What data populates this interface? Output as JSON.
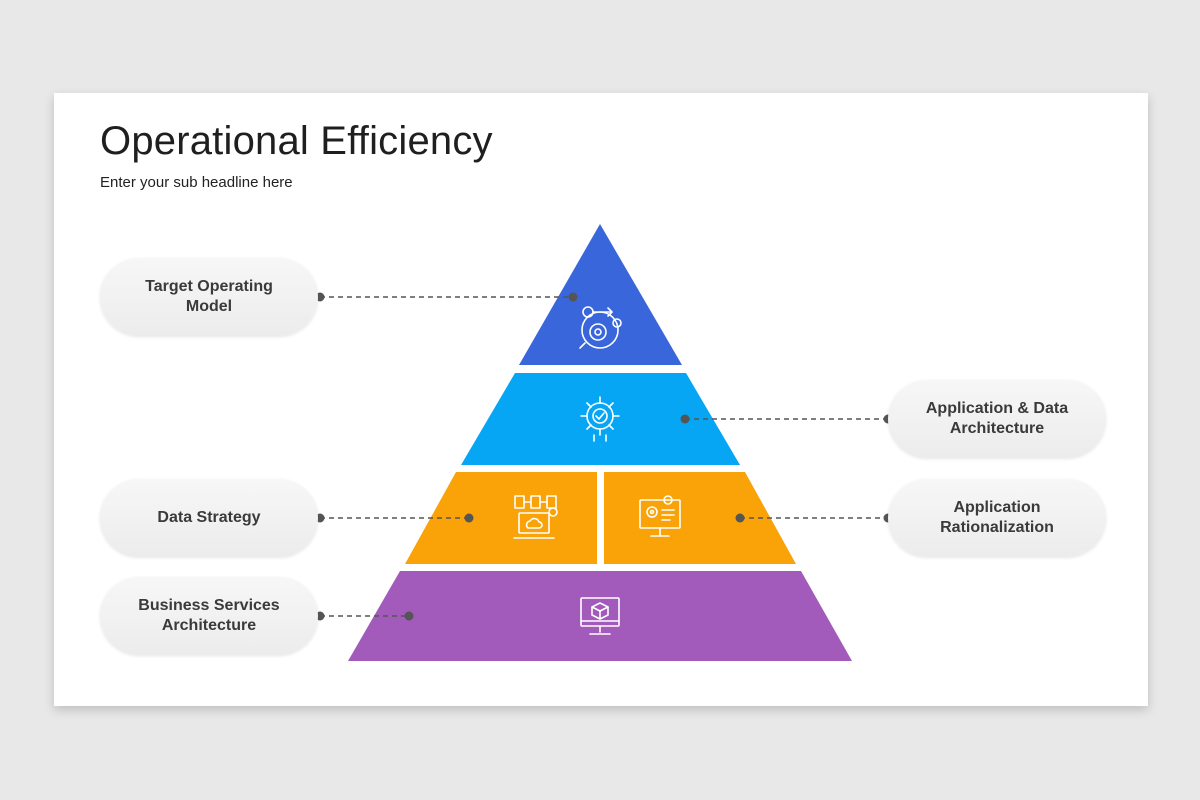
{
  "slide": {
    "title": "Operational Efficiency",
    "subtitle": "Enter your sub headline here"
  },
  "labels": {
    "target_operating_model": "Target Operating Model",
    "application_data_architecture": "Application & Data Architecture",
    "data_strategy": "Data Strategy",
    "application_rationalization": "Application Rationalization",
    "business_services_architecture": "Business Services Architecture"
  },
  "colors": {
    "tier1": "#3a66dc",
    "tier2": "#06a6f5",
    "tier3": "#f9a308",
    "tier4": "#a25bbb",
    "connector": "#555555"
  },
  "icons": {
    "tier1": "gear-process-icon",
    "tier2": "gear-check-icon",
    "tier3_left": "data-flow-laptop-icon",
    "tier3_right": "monitor-settings-icon",
    "tier4": "monitor-cube-icon"
  }
}
